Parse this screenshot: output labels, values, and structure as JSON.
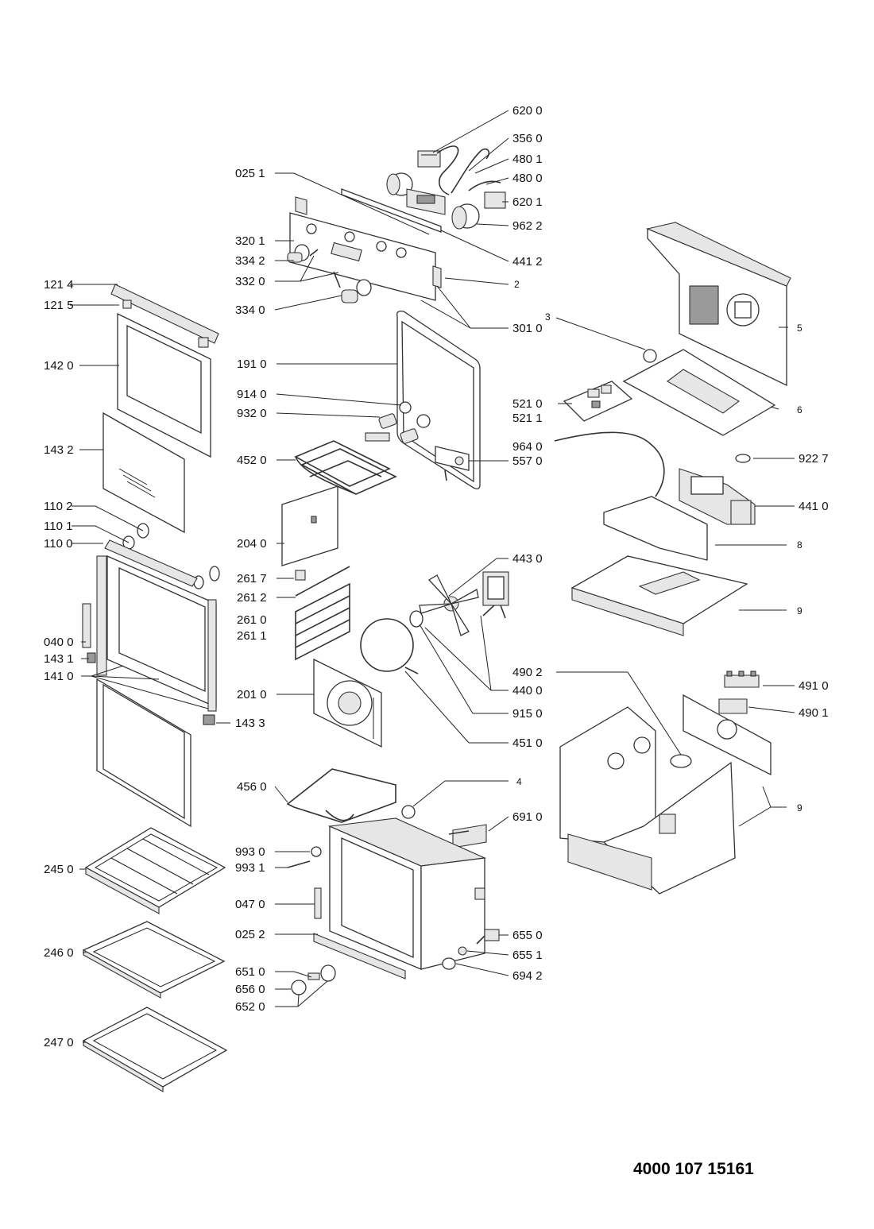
{
  "document_number": "4000 107 15161",
  "callouts": {
    "c6200": "620 0",
    "c3560": "356 0",
    "c4801": "480 1",
    "c4800": "480 0",
    "c6201": "620 1",
    "c9622": "962 2",
    "c0251": "025 1",
    "c3201": "320 1",
    "c3342": "334 2",
    "c3320": "332 0",
    "c3340": "334 0",
    "c4412": "441 2",
    "c2": "2",
    "c3010": "301 0",
    "c1214": "121 4",
    "c1215": "121 5",
    "c1420": "142 0",
    "c1910": "191 0",
    "c9140": "914 0",
    "c9320": "932 0",
    "c3": "3",
    "c5": "5",
    "c5210": "521 0",
    "c5211": "521 1",
    "c6": "6",
    "c1432": "143 2",
    "c4520": "452 0",
    "c9640": "964 0",
    "c5570": "557 0",
    "c9227": "922 7",
    "c4410": "441 0",
    "c1102": "110 2",
    "c1101": "110 1",
    "c1100": "110 0",
    "c2040": "204 0",
    "c8": "8",
    "c4430": "443 0",
    "c2617": "261 7",
    "c2612": "261 2",
    "c2610": "261 0",
    "c2611": "261 1",
    "c9a": "9",
    "c0400": "040 0",
    "c1431": "143 1",
    "c1410": "141 0",
    "c4400": "440 0",
    "c4902": "490 2",
    "c4910": "491 0",
    "c2010": "201 0",
    "c9150": "915 0",
    "c4901": "490 1",
    "c1433": "143 3",
    "c4510": "451 0",
    "c4560": "456 0",
    "c4": "4",
    "c9b": "9",
    "c6910": "691 0",
    "c9930": "993 0",
    "c9931": "993 1",
    "c2450": "245 0",
    "c0470": "047 0",
    "c0252": "025 2",
    "c6550": "655 0",
    "c6551": "655 1",
    "c2460": "246 0",
    "c6510": "651 0",
    "c6942": "694 2",
    "c6560": "656 0",
    "c6520": "652 0",
    "c2470": "247 0"
  }
}
